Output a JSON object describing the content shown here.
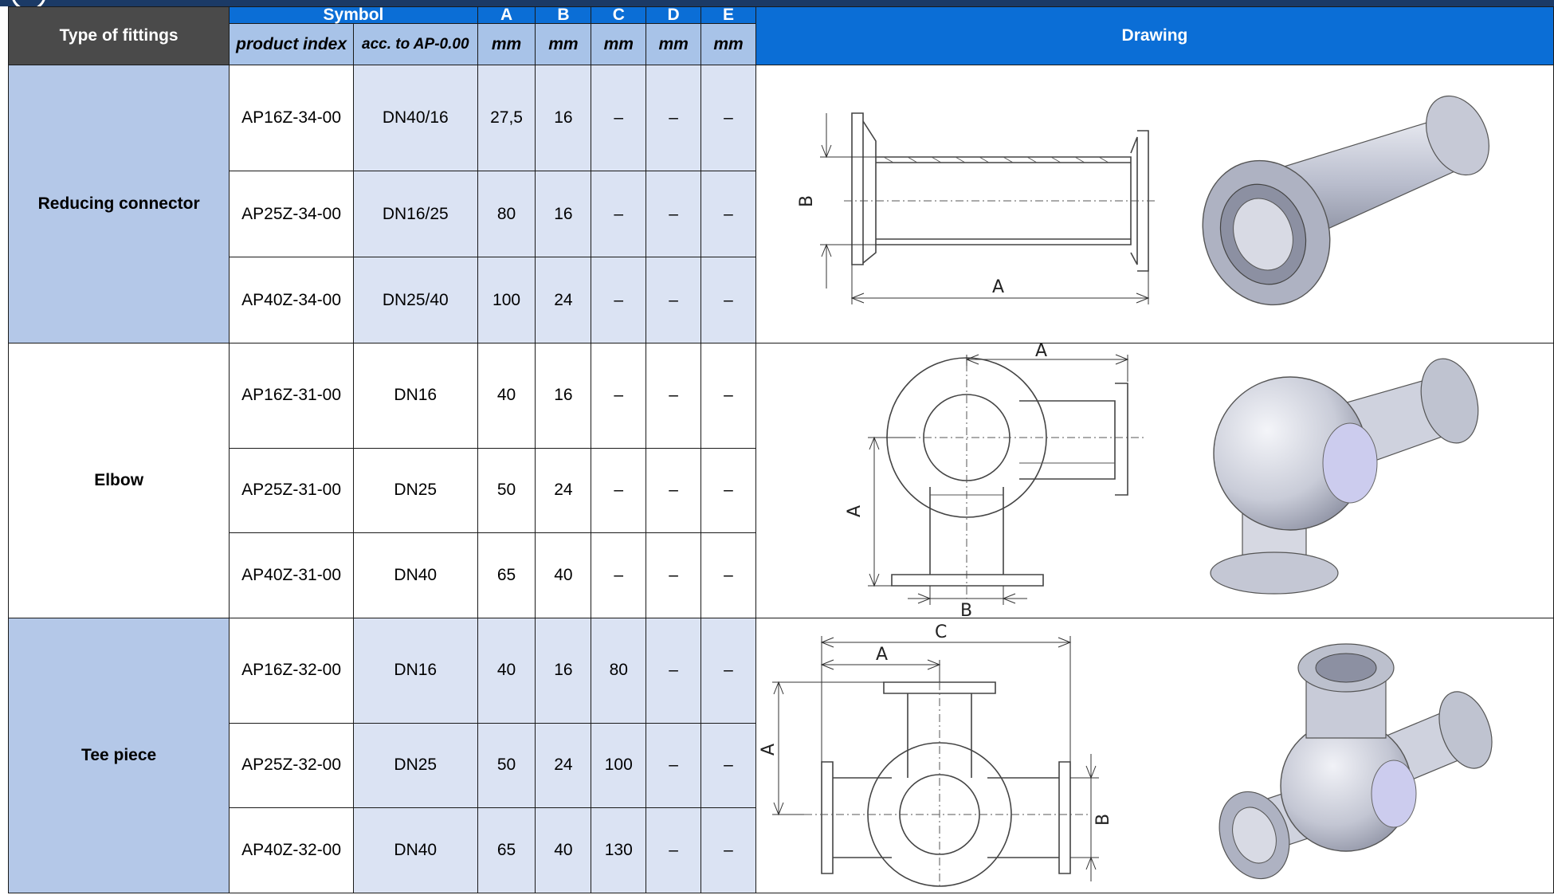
{
  "header": {
    "type_of_fittings": "Type of fittings",
    "symbol": "Symbol",
    "product_index": "product index",
    "acc_to": "acc. to AP-0.00",
    "cols": [
      "A",
      "B",
      "C",
      "D",
      "E"
    ],
    "unit": "mm",
    "drawing": "Drawing"
  },
  "groups": [
    {
      "name": "Reducing connector",
      "rows": [
        {
          "index": "AP16Z-34-00",
          "acc": "DN40/16",
          "A": "27,5",
          "B": "16",
          "C": "–",
          "D": "–",
          "E": "–"
        },
        {
          "index": "AP25Z-34-00",
          "acc": "DN16/25",
          "A": "80",
          "B": "16",
          "C": "–",
          "D": "–",
          "E": "–"
        },
        {
          "index": "AP40Z-34-00",
          "acc": "DN25/40",
          "A": "100",
          "B": "24",
          "C": "–",
          "D": "–",
          "E": "–"
        }
      ],
      "drawing_labels": {
        "a": "A",
        "b": "B"
      }
    },
    {
      "name": "Elbow",
      "rows": [
        {
          "index": "AP16Z-31-00",
          "acc": "DN16",
          "A": "40",
          "B": "16",
          "C": "–",
          "D": "–",
          "E": "–"
        },
        {
          "index": "AP25Z-31-00",
          "acc": "DN25",
          "A": "50",
          "B": "24",
          "C": "–",
          "D": "–",
          "E": "–"
        },
        {
          "index": "AP40Z-31-00",
          "acc": "DN40",
          "A": "65",
          "B": "40",
          "C": "–",
          "D": "–",
          "E": "–"
        }
      ],
      "drawing_labels": {
        "a": "A",
        "b": "B"
      }
    },
    {
      "name": "Tee piece",
      "rows": [
        {
          "index": "AP16Z-32-00",
          "acc": "DN16",
          "A": "40",
          "B": "16",
          "C": "80",
          "D": "–",
          "E": "–"
        },
        {
          "index": "AP25Z-32-00",
          "acc": "DN25",
          "A": "50",
          "B": "24",
          "C": "100",
          "D": "–",
          "E": "–"
        },
        {
          "index": "AP40Z-32-00",
          "acc": "DN40",
          "A": "65",
          "B": "40",
          "C": "130",
          "D": "–",
          "E": "–"
        }
      ],
      "drawing_labels": {
        "a": "A",
        "b": "B",
        "c": "C"
      }
    }
  ]
}
